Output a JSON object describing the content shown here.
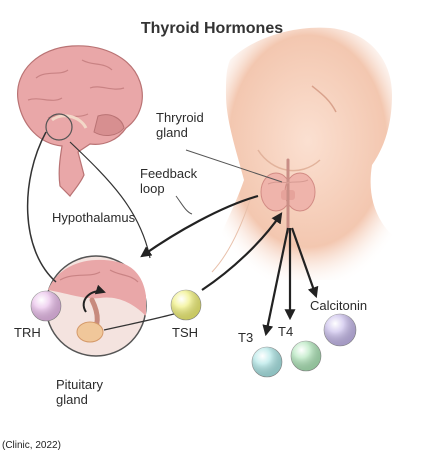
{
  "title": "Thyroid Hormones",
  "labels": {
    "thyroid_gland": "Thryroid\ngland",
    "feedback_loop": "Feedback\nloop",
    "hypothalamus": "Hypothalamus",
    "trh": "TRH",
    "tsh": "TSH",
    "pituitary_gland": "Pituitary\ngland",
    "t3": "T3",
    "t4": "T4",
    "calcitonin": "Calcitonin"
  },
  "citation": "(Clinic, 2022)",
  "colors": {
    "trh": "#e7b8e8",
    "tsh": "#eeee70",
    "t3": "#a6e3e3",
    "t4": "#a9e3b4",
    "calcitonin": "#c2b5e8",
    "skin": "#f6c9b3",
    "brain": "#e9a7a8",
    "thyroid": "#efb4ab"
  }
}
